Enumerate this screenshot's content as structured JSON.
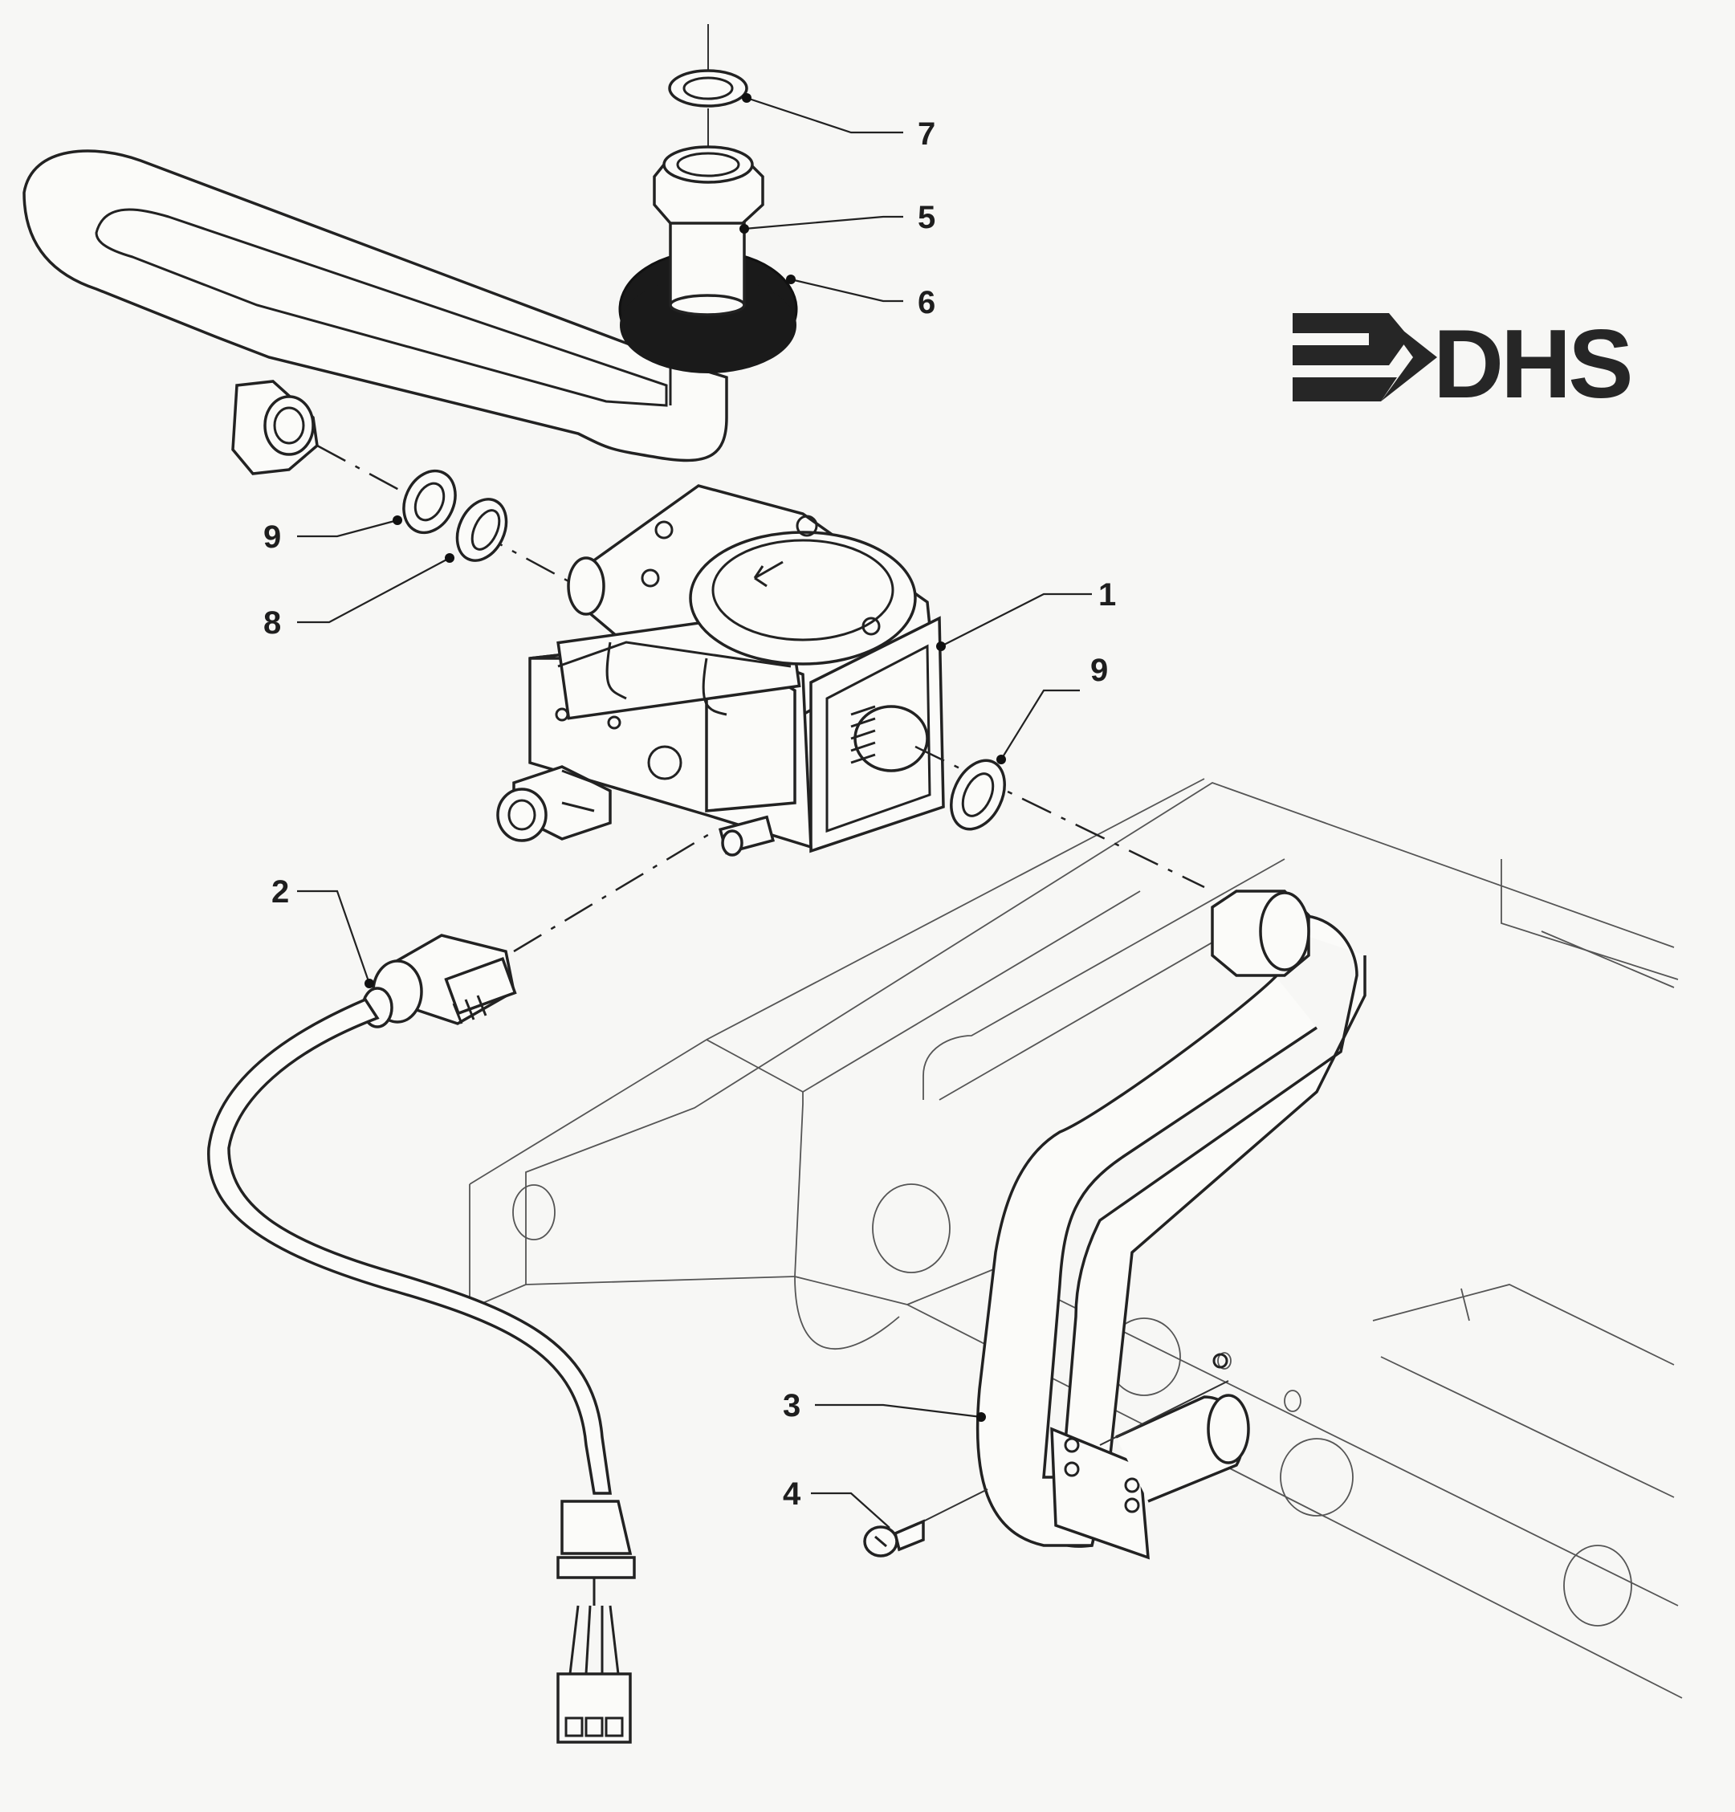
{
  "logo": {
    "text": "DHS"
  },
  "callouts": [
    {
      "id": "1",
      "label": "1"
    },
    {
      "id": "2",
      "label": "2"
    },
    {
      "id": "3",
      "label": "3"
    },
    {
      "id": "4",
      "label": "4"
    },
    {
      "id": "5",
      "label": "5"
    },
    {
      "id": "6",
      "label": "6"
    },
    {
      "id": "7",
      "label": "7"
    },
    {
      "id": "8",
      "label": "8"
    },
    {
      "id": "9a",
      "label": "9"
    },
    {
      "id": "9b",
      "label": "9"
    }
  ],
  "colors": {
    "line": "#222222",
    "background": "#f7f7f5",
    "gasket": "#1a1a1a"
  }
}
